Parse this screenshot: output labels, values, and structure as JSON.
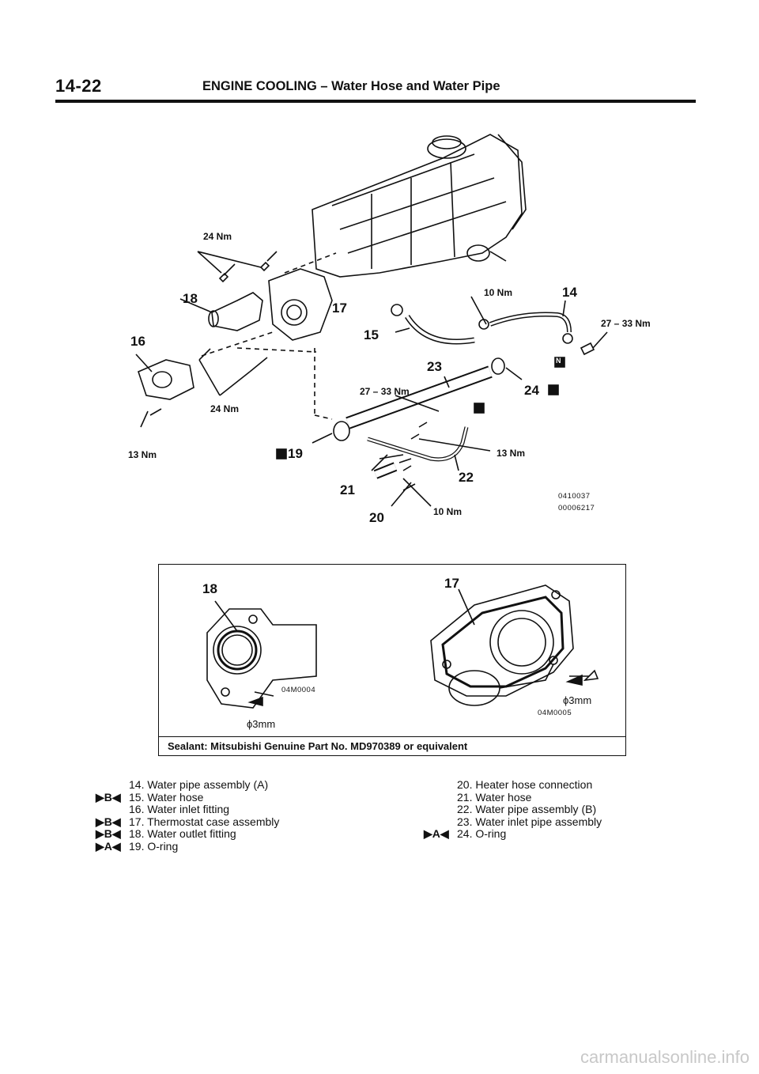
{
  "header": {
    "page_number": "14-22",
    "title": "ENGINE COOLING – Water Hose and Water Pipe"
  },
  "main_diagram": {
    "labels": {
      "torque_24_top": "24 Nm",
      "p18": "18",
      "p17": "17",
      "p16": "16",
      "torque_24_mid": "24 Nm",
      "torque_13_left": "13 Nm",
      "p19": "19",
      "torque_10_top": "10 Nm",
      "p14": "14",
      "torque_27_33_right": "27 – 33 Nm",
      "p15": "15",
      "p23": "23",
      "torque_27_33_mid": "27 – 33 Nm",
      "p24": "24",
      "torque_13_right": "13 Nm",
      "p22": "22",
      "p21": "21",
      "p20": "20",
      "torque_10_bottom": "10 Nm",
      "n_marker": "N"
    },
    "codes": [
      "0410037",
      "00006217"
    ]
  },
  "detail_box": {
    "labels": {
      "p18": "18",
      "p17": "17",
      "code_left": "04M0004",
      "code_right": "04M0005",
      "bead_left": "ϕ3mm",
      "bead_right": "ϕ3mm"
    },
    "caption": "Sealant: Mitsubishi Genuine Part No. MD970389 or equivalent"
  },
  "parts_list": {
    "left": [
      {
        "mark": "",
        "text": "14. Water pipe assembly (A)"
      },
      {
        "mark": "▶B◀",
        "text": "15. Water hose"
      },
      {
        "mark": "",
        "text": "16. Water inlet fitting"
      },
      {
        "mark": "▶B◀",
        "text": "17. Thermostat case assembly"
      },
      {
        "mark": "▶B◀",
        "text": "18. Water outlet fitting"
      },
      {
        "mark": "▶A◀",
        "text": "19. O-ring"
      }
    ],
    "right": [
      {
        "mark": "",
        "text": "20. Heater hose connection"
      },
      {
        "mark": "",
        "text": "21. Water hose"
      },
      {
        "mark": "",
        "text": "22. Water pipe assembly (B)"
      },
      {
        "mark": "",
        "text": "23. Water inlet pipe assembly"
      },
      {
        "mark": "▶A◀",
        "text": "24. O-ring"
      }
    ]
  },
  "watermark": "carmanualsonline.info"
}
